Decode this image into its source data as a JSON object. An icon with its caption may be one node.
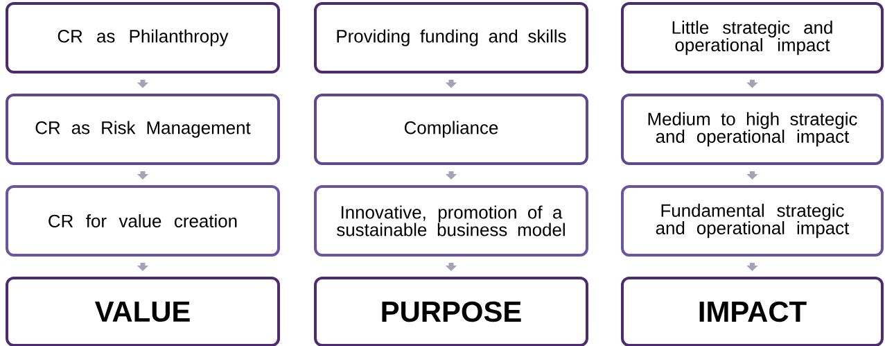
{
  "diagram": {
    "nodes": [
      {
        "text": [
          "CR as Philanthropy"
        ]
      },
      {
        "text": [
          "Providing funding and skills"
        ]
      },
      {
        "text": [
          "Little strategic and operational impact"
        ]
      },
      {
        "text": [
          "CR as Risk Management"
        ]
      },
      {
        "text": [
          "Compliance"
        ]
      },
      {
        "text": [
          "Medium to high strategic and operational impact"
        ]
      },
      {
        "text": [
          "CR for value creation"
        ]
      },
      {
        "text": [
          "Innovative, promotion of a sustainable business model"
        ]
      },
      {
        "text": [
          "Fundamental strategic and operational impact"
        ]
      },
      {
        "text": [
          "VALUE"
        ]
      },
      {
        "text": [
          "PURPOSE"
        ]
      },
      {
        "text": [
          "IMPACT"
        ]
      }
    ],
    "edges": [
      {
        "from": 0,
        "to": 3,
        "arrow": "to"
      },
      {
        "from": 3,
        "to": 6,
        "arrow": "to"
      },
      {
        "from": 6,
        "to": 9,
        "arrow": "to"
      },
      {
        "from": 1,
        "to": 4,
        "arrow": "to"
      },
      {
        "from": 4,
        "to": 7,
        "arrow": "to"
      },
      {
        "from": 7,
        "to": 10,
        "arrow": "to"
      },
      {
        "from": 2,
        "to": 5,
        "arrow": "to"
      },
      {
        "from": 5,
        "to": 8,
        "arrow": "to"
      },
      {
        "from": 8,
        "to": 11,
        "arrow": "to"
      }
    ]
  }
}
